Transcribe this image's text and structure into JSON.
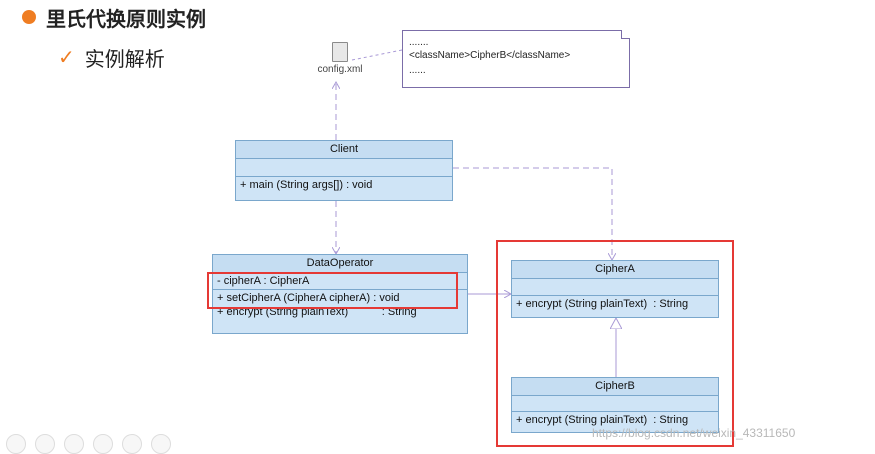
{
  "slide": {
    "title": "里氏代换原则实例",
    "subtitle": "实例解析"
  },
  "config_file": {
    "label": "config.xml"
  },
  "note": {
    "line1": ".......",
    "line2": "<className>CipherB</className>",
    "line3": "......"
  },
  "classes": {
    "client": {
      "name": "Client",
      "attributes": [],
      "operations": [
        "+ main (String args[]) : void"
      ]
    },
    "data_operator": {
      "name": "DataOperator",
      "attributes": [
        "- cipherA : CipherA"
      ],
      "operations": [
        "+ setCipherA (CipherA cipherA) : void",
        "+ encrypt (String plainText)           : String"
      ]
    },
    "cipher_a": {
      "name": "CipherA",
      "attributes": [],
      "operations": [
        "+ encrypt (String plainText)  : String"
      ]
    },
    "cipher_b": {
      "name": "CipherB",
      "attributes": [],
      "operations": [
        "+ encrypt (String plainText)  : String"
      ]
    }
  },
  "colors": {
    "accent": "#ef7d22",
    "highlight": "#e53935",
    "class_fill": "#cfe4f6",
    "class_border": "#7aa7cc",
    "connector": "#a99ad6"
  },
  "watermark": "https://blog.csdn.net/weixin_43311650"
}
